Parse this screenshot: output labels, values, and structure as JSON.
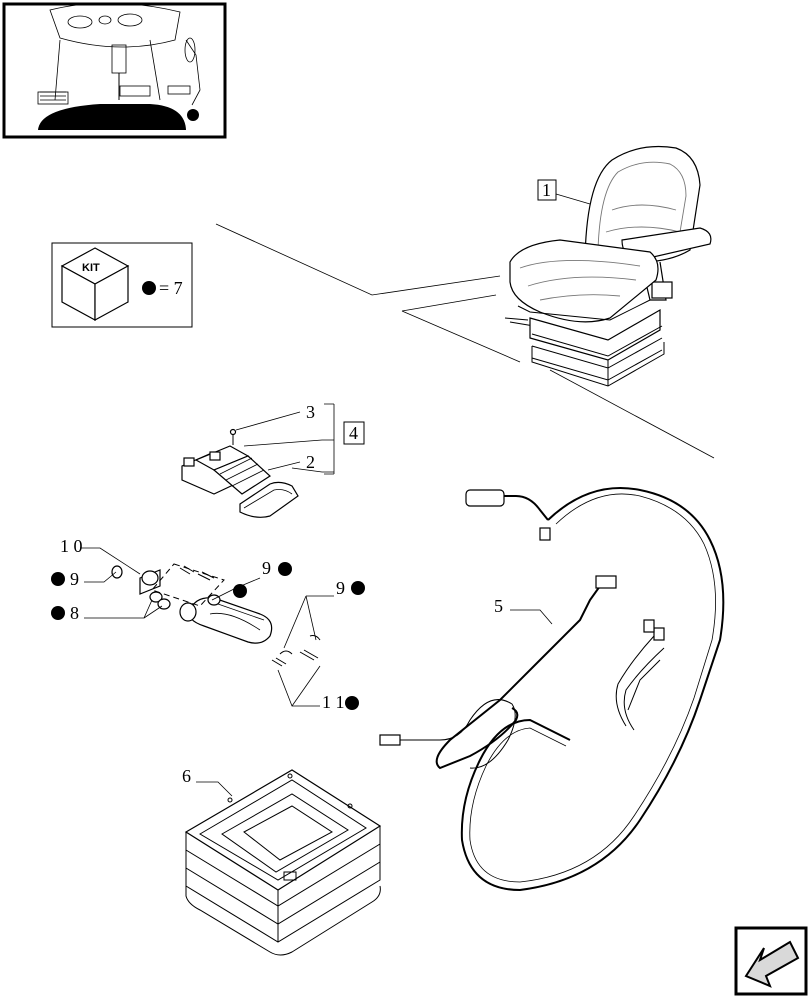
{
  "kit_box": {
    "kit_label": "KIT",
    "equals_qty": "= 7"
  },
  "callouts": {
    "p1": "1",
    "p2": "2",
    "p3": "3",
    "p4": "4",
    "p5": "5",
    "p6": "6",
    "p8": "8",
    "p9a": "9",
    "p9b": "9",
    "p9c": "9",
    "p10": "1 0",
    "p11": "1 1"
  },
  "icons": [
    "thumbnail-tractor-cab",
    "seat-assembly",
    "kit-cube",
    "wiring-harness",
    "suspension-bellows",
    "next-page-arrow"
  ],
  "colors": {
    "ink": "#000000",
    "background": "#ffffff"
  }
}
